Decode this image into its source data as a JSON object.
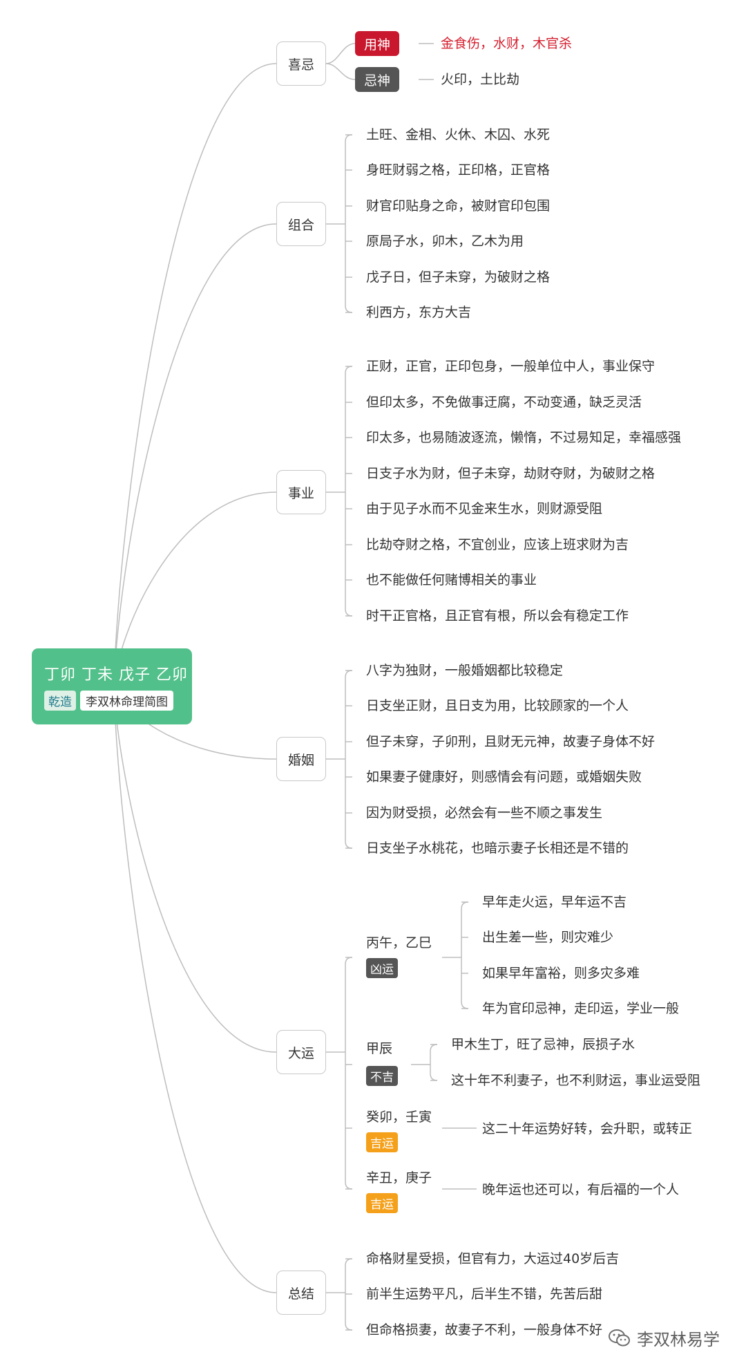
{
  "colors": {
    "root": "#52c08a",
    "useful_god": "#c9172e",
    "avoid_god": "#555555",
    "bad_luck": "#555555",
    "good_luck": "#f5a01a",
    "red_text": "#d4202f",
    "edge": "#bdbdbd"
  },
  "root": {
    "title": "丁卯 丁未 戊子 乙卯",
    "tag1": "乾造",
    "tag2": "李双林命理简图"
  },
  "xiji": {
    "label": "喜忌",
    "useful_label": "用神",
    "useful_text": "金食伤，水财，木官杀",
    "avoid_label": "忌神",
    "avoid_text": "火印，土比劫"
  },
  "zuhe": {
    "label": "组合",
    "items": [
      "土旺、金相、火休、木囚、水死",
      "身旺财弱之格，正印格，正官格",
      "财官印贴身之命，被财官印包围",
      "原局子水，卯木，乙木为用",
      "戊子日，但子未穿，为破财之格",
      "利西方，东方大吉"
    ]
  },
  "shiye": {
    "label": "事业",
    "items": [
      "正财，正官，正印包身，一般单位中人，事业保守",
      "但印太多，不免做事迂腐，不动变通，缺乏灵活",
      "印太多，也易随波逐流，懒惰，不过易知足，幸福感强",
      "日支子水为财，但子未穿，劫财夺财，为破财之格",
      "由于见子水而不见金来生水，则财源受阻",
      "比劫夺财之格，不宜创业，应该上班求财为吉",
      "也不能做任何赌博相关的事业",
      "时干正官格，且正官有根，所以会有稳定工作"
    ]
  },
  "hunyin": {
    "label": "婚姻",
    "items": [
      "八字为独财，一般婚姻都比较稳定",
      "日支坐正财，且日支为用，比较顾家的一个人",
      "但子未穿，子卯刑，且财无元神，故妻子身体不好",
      "如果妻子健康好，则感情会有问题，或婚姻失败",
      "因为财受损，必然会有一些不顺之事发生",
      "日支坐子水桃花，也暗示妻子长相还是不错的"
    ]
  },
  "dayun": {
    "label": "大运",
    "periods": [
      {
        "name": "丙午，乙巳",
        "tag": "凶运",
        "items": [
          "早年走火运，早年运不吉",
          "出生差一些，则灾难少",
          "如果早年富裕，则多灾多难",
          "年为官印忌神，走印运，学业一般"
        ]
      },
      {
        "name": "甲辰",
        "tag": "不吉",
        "items": [
          "甲木生丁，旺了忌神，辰损子水",
          "这十年不利妻子，也不利财运，事业运受阻"
        ]
      },
      {
        "name": "癸卯，壬寅",
        "tag": "吉运",
        "items": [
          "这二十年运势好转，会升职，或转正"
        ]
      },
      {
        "name": "辛丑，庚子",
        "tag": "吉运",
        "items": [
          "晚年运也还可以，有后福的一个人"
        ]
      }
    ]
  },
  "zongjie": {
    "label": "总结",
    "items": [
      "命格财星受损，但官有力，大运过40岁后吉",
      "前半生运势平凡，后半生不错，先苦后甜",
      "但命格损妻，故妻子不利，一般身体不好"
    ]
  },
  "watermark": {
    "icon": "wechat-icon",
    "text": "李双林易学"
  }
}
